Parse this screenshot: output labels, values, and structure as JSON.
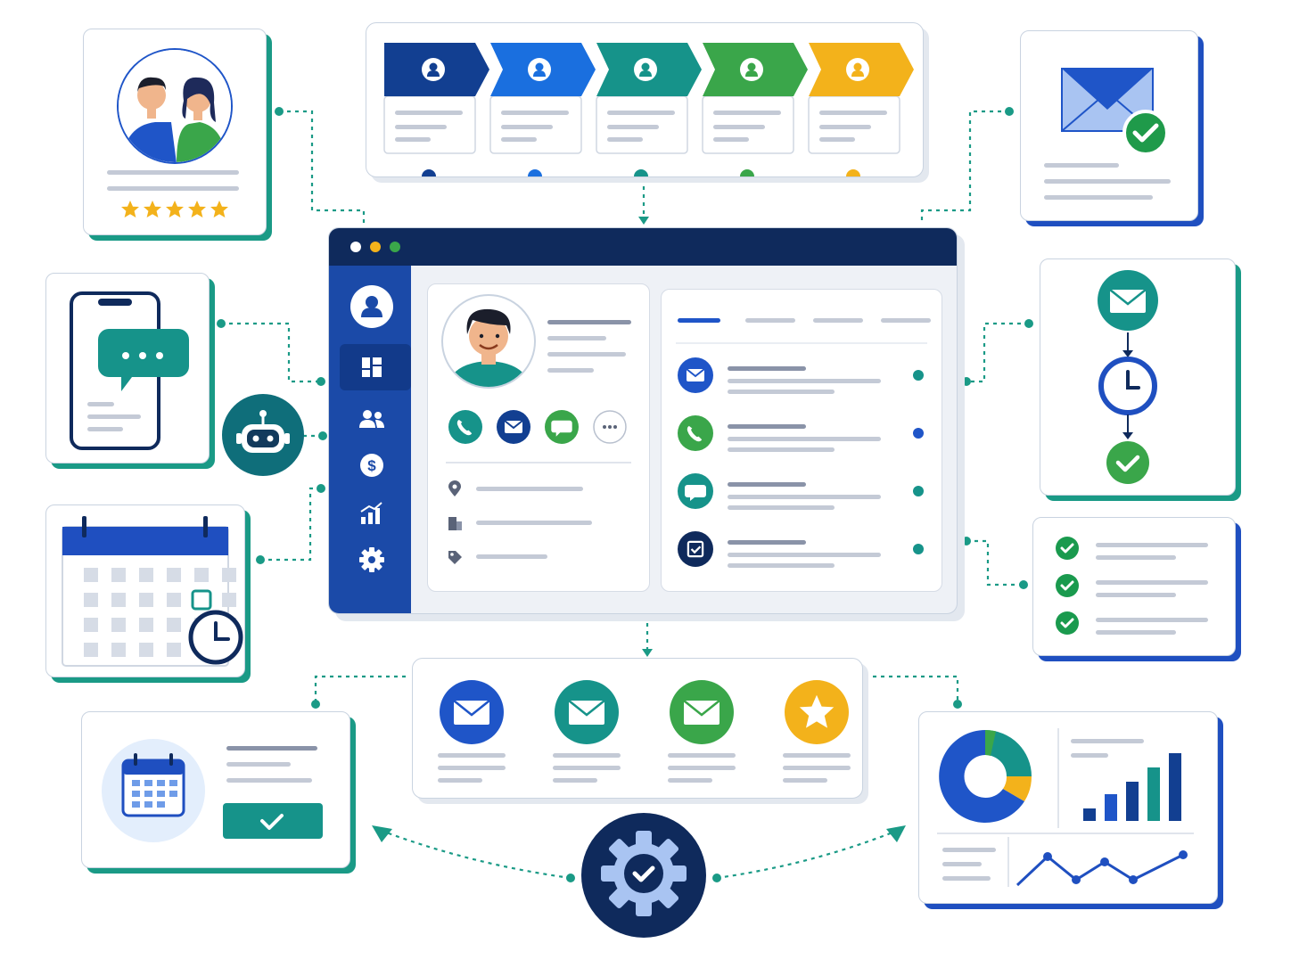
{
  "colors": {
    "navy": "#0f2a5c",
    "blue": "#1f55c8",
    "teal": "#16938a",
    "green": "#3aa64a",
    "amber": "#f3b21b",
    "connector": "#1a9a86",
    "line_grey": "#c4cad6"
  },
  "pipeline_stages": [
    {
      "color": "#123f91",
      "icon": "user-icon"
    },
    {
      "color": "#1a6fdf",
      "icon": "user-icon"
    },
    {
      "color": "#16938a",
      "icon": "user-icon"
    },
    {
      "color": "#3aa64a",
      "icon": "user-icon"
    },
    {
      "color": "#f3b21b",
      "icon": "user-icon"
    }
  ],
  "review_card": {
    "rating": 5,
    "max_rating": 5,
    "icon": "customers-icon"
  },
  "app_window": {
    "window_controls": [
      "#ffffff",
      "#f3b21b",
      "#3aa64a"
    ],
    "sidebar_items": [
      {
        "icon": "user-avatar-icon"
      },
      {
        "icon": "dashboard-icon",
        "active": true
      },
      {
        "icon": "contacts-icon"
      },
      {
        "icon": "dollar-icon"
      },
      {
        "icon": "analytics-icon"
      },
      {
        "icon": "settings-icon"
      }
    ],
    "contact_actions": [
      "phone-icon",
      "mail-icon",
      "chat-icon",
      "more-icon"
    ],
    "contact_details": [
      "location-icon",
      "company-icon",
      "tag-icon"
    ],
    "tabs_count": 4,
    "activities": [
      {
        "icon": "mail-icon",
        "color": "#1f55c8",
        "dot": "#16938a"
      },
      {
        "icon": "phone-icon",
        "color": "#3aa64a",
        "dot": "#1f55c8"
      },
      {
        "icon": "chat-icon",
        "color": "#16938a",
        "dot": "#16938a"
      },
      {
        "icon": "task-icon",
        "color": "#0f2a5c",
        "dot": "#16938a"
      }
    ]
  },
  "automation_steps": [
    {
      "icon": "mail-icon",
      "color": "#1f55c8"
    },
    {
      "icon": "mail-icon",
      "color": "#16938a"
    },
    {
      "icon": "mail-icon",
      "color": "#3aa64a"
    },
    {
      "icon": "star-icon",
      "color": "#f3b21b"
    }
  ],
  "workflow_steps": [
    "mail-icon",
    "clock-icon",
    "check-icon"
  ],
  "checklist_count": 3
}
